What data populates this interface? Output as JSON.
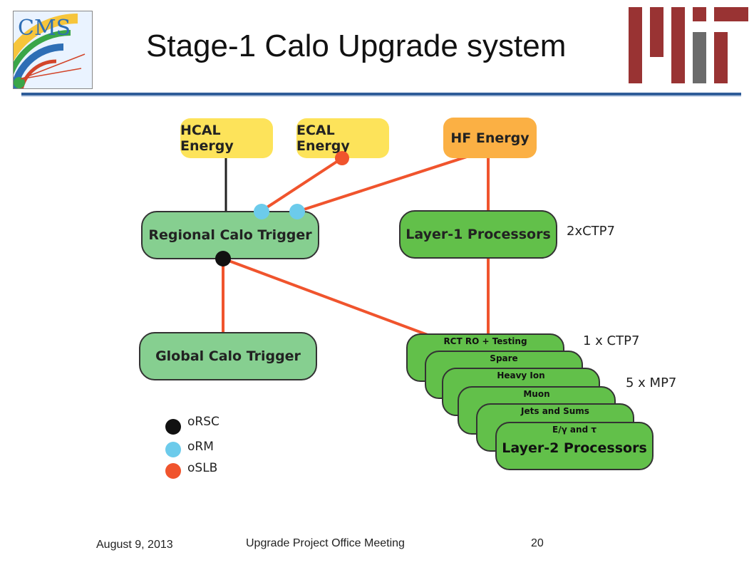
{
  "slide": {
    "title": "Stage-1 Calo Upgrade system",
    "date": "August 9, 2013",
    "meeting": "Upgrade Project Office Meeting",
    "page_number": "20"
  },
  "logos": {
    "cms_text": "CMS",
    "cms_colors": {
      "blue": "#2e6eb5",
      "yellow": "#f6c53b",
      "green": "#3aa548",
      "red": "#d2452a"
    },
    "mit_color": "#993333",
    "mit_gray": "#6b6b6b"
  },
  "colors": {
    "rule": "#2f5d99",
    "yellow_box": "#fde35a",
    "orange_box": "#fbb044",
    "light_green": "#86cf90",
    "green": "#62c04a",
    "orsc": "#111111",
    "orm": "#6ccbeb",
    "oslb": "#f0542d"
  },
  "diagram": {
    "sources": {
      "hcal": "HCAL Energy",
      "ecal": "ECAL Energy",
      "hf": "HF Energy"
    },
    "rct": "Regional Calo Trigger",
    "gct": "Global Calo Trigger",
    "layer1": "Layer-1 Processors",
    "layer1_count": "2xCTP7",
    "ctp7_count": "1 x CTP7",
    "mp7_count": "5 x MP7",
    "cards": [
      "RCT RO + Testing",
      "Spare",
      "Heavy Ion",
      "Muon",
      "Jets and Sums",
      "E/γ and τ"
    ],
    "layer2": "Layer-2 Processors"
  },
  "legend": [
    {
      "label": "oRSC",
      "color": "#111111"
    },
    {
      "label": "oRM",
      "color": "#6ccbeb"
    },
    {
      "label": "oSLB",
      "color": "#f0542d"
    }
  ]
}
